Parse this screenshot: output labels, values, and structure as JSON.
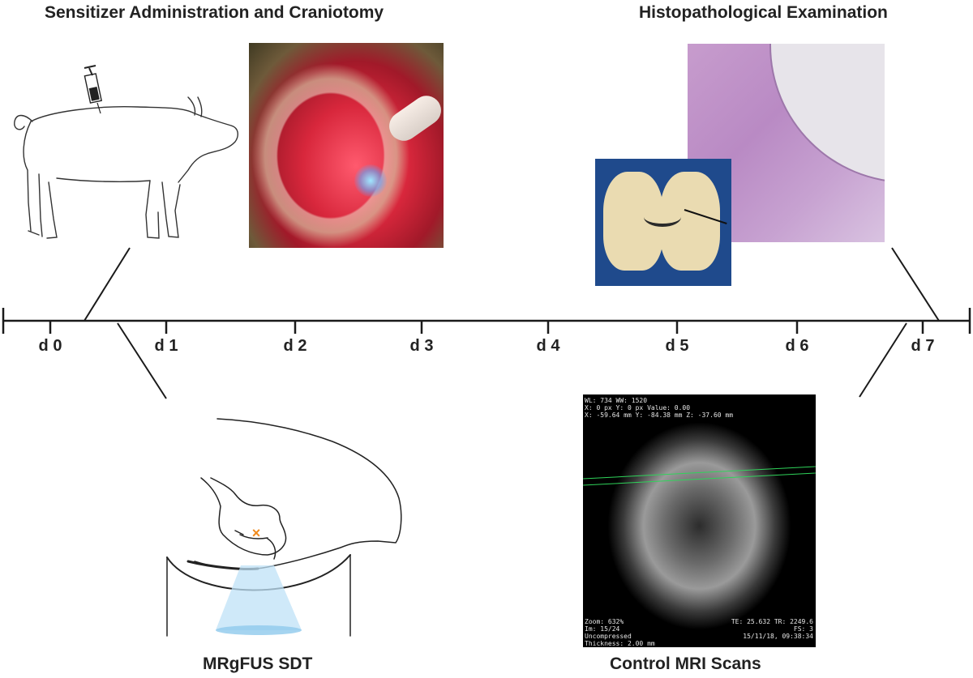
{
  "headings": {
    "top_left": "Sensitizer Administration and Craniotomy",
    "top_right": "Histopathological Examination",
    "bottom_left": "MRgFUS SDT",
    "bottom_right": "Control MRI Scans"
  },
  "timeline": {
    "ticks": [
      "d 0",
      "d 1",
      "d 2",
      "d 3",
      "d 4",
      "d 5",
      "d 6",
      "d 7"
    ]
  },
  "mri_overlay": {
    "wl": "WL: 734 WW: 1520",
    "px": "X: 0 px Y: 0 px Value: 0.00",
    "coords": "X: -59.64 mm Y: -84.38 mm Z: -37.60 mm",
    "zoom": "Zoom: 632%",
    "image": "Im: 15/24",
    "compression": "Uncompressed",
    "thickness": "Thickness: 2.00 mm",
    "te": "TE: 25.632 TR: 2249.6",
    "fs": "FS: 3",
    "date": "15/11/18, 09:38:34"
  },
  "marker_symbol": "×",
  "colors": {
    "line": "#1a1a1a",
    "marker": "#f08a1c",
    "cone": "#bfe2f7",
    "mri_text": "#e6e6e6"
  }
}
